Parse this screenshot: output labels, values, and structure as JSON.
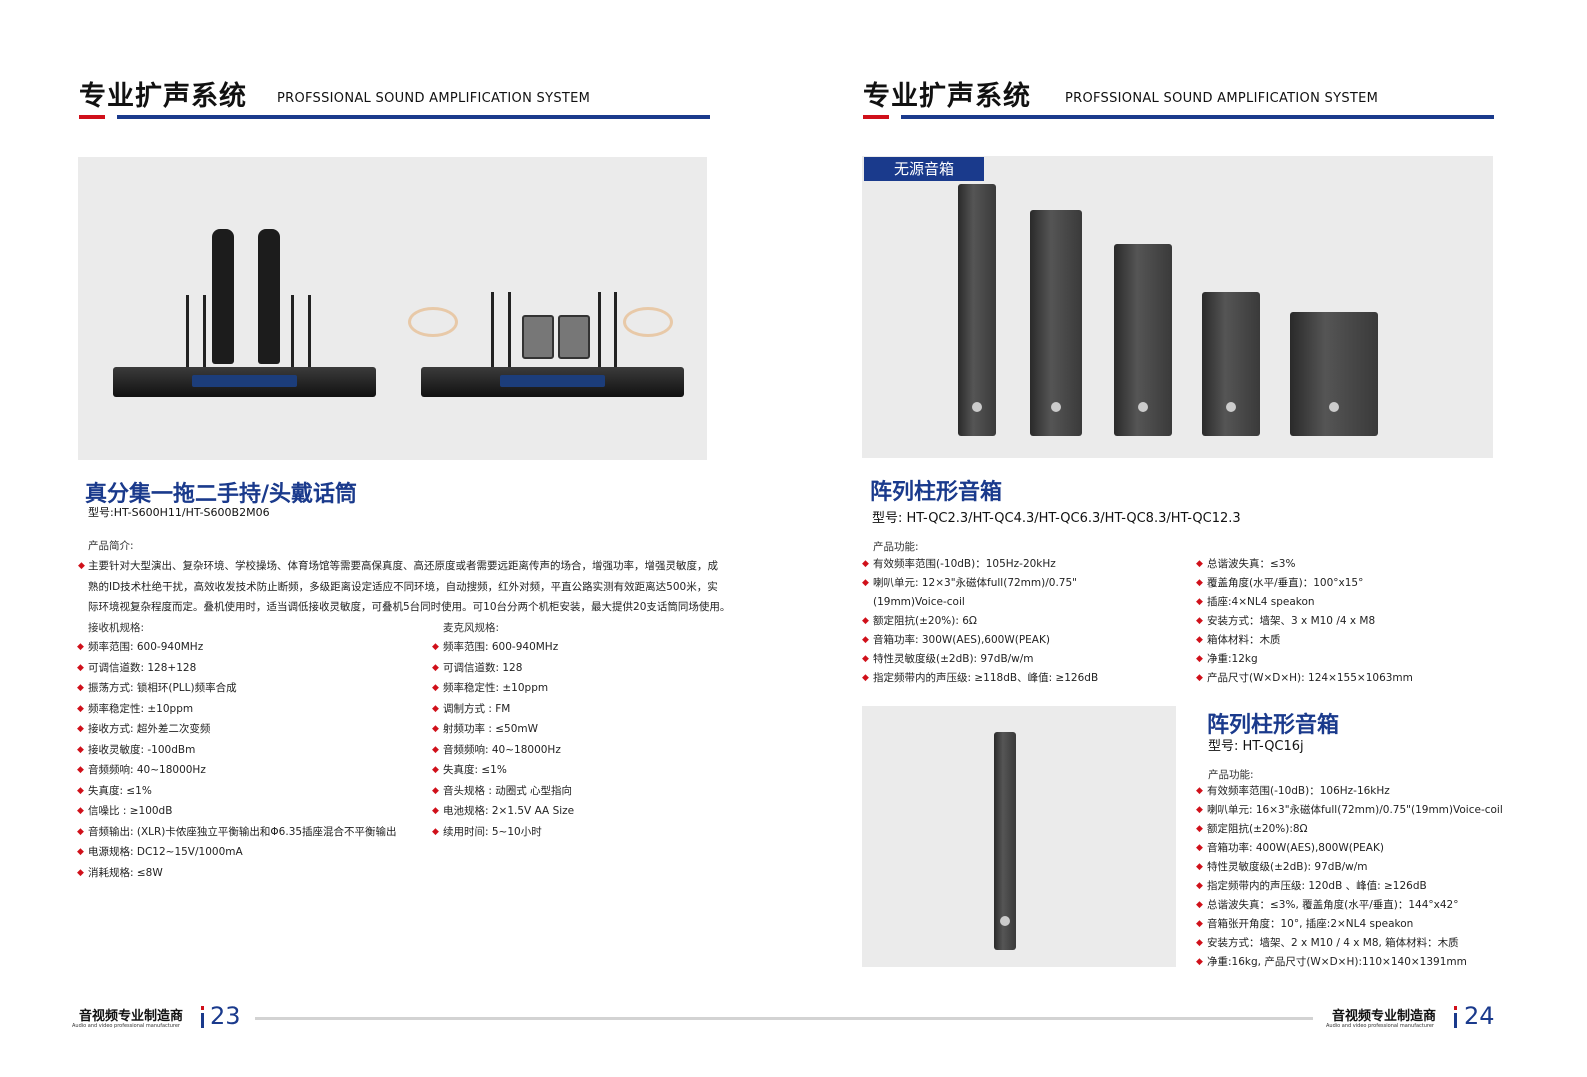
{
  "header": {
    "title": "专业扩声系统",
    "subtitle": "PROFSSIONAL SOUND AMPLIFICATION SYSTEM"
  },
  "left": {
    "product_title": "真分集一拖二手持/头戴话筒",
    "model": "型号:HT-S600H11/HT-S600B2M06",
    "intro_label": "产品简介:",
    "intro_lines": [
      "主要针对大型演出、复杂环境、学校操场、体育场馆等需要高保真度、高还原度或者需要远距离传声的场合，增强功率，增强灵敏度，成",
      "熟的ID技术杜绝干扰，高效收发技术防止断频，多级距离设定适应不同环境，自动搜频，红外对频，平直公路实测有效距离达500米，实",
      "际环境视复杂程度而定。叠机使用时，适当调低接收灵敏度，可叠机5台同时使用。可10台分两个机柜安装，最大提供20支话筒同场使用。"
    ],
    "receiver_label": "接收机规格:",
    "receiver_specs": [
      "频率范围: 600-940MHz",
      "可调信道数: 128+128",
      "振荡方式: 锁相环(PLL)频率合成",
      "频率稳定性: ±10ppm",
      "接收方式: 超外差二次变频",
      "接收灵敏度: -100dBm",
      "音频频响: 40~18000Hz",
      "失真度: ≤1%",
      "信噪比 : ≥100dB",
      "音频输出: (XLR)卡侬座独立平衡输出和Φ6.35插座混合不平衡输出",
      "电源规格: DC12~15V/1000mA",
      "消耗规格: ≤8W"
    ],
    "mic_label": "麦克风规格:",
    "mic_specs": [
      "频率范围: 600-940MHz",
      "可调信道数: 128",
      "频率稳定性: ±10ppm",
      "调制方式 : FM",
      "射频功率 : ≤50mW",
      "音频频响: 40~18000Hz",
      "失真度: ≤1%",
      "音头规格 : 动圈式 心型指向",
      "电池规格: 2×1.5V AA Size",
      "续用时间: 5~10小时"
    ]
  },
  "right": {
    "tag": "无源音箱",
    "product_title": "阵列柱形音箱",
    "model": "型号:  HT-QC2.3/HT-QC4.3/HT-QC6.3/HT-QC8.3/HT-QC12.3",
    "features_label": "产品功能:",
    "specs_col1": [
      "有效频率范围(-10dB)：105Hz-20kHz",
      "喇叭单元: 12×3\"永磁体full(72mm)/0.75\""
    ],
    "specs_col1_cont": "(19mm)Voice-coil",
    "specs_col1b": [
      "额定阻抗(±20%): 6Ω",
      "音箱功率: 300W(AES),600W(PEAK)",
      "特性灵敏度级(±2dB): 97dB/w/m",
      "指定频带内的声压级: ≥118dB、峰值: ≥126dB"
    ],
    "specs_col2": [
      "总谐波失真：≤3%",
      "覆盖角度(水平/垂直)：100°x15°",
      "插座:4×NL4 speakon",
      "安装方式：墙架、3 x M10 /4 x M8",
      "箱体材料：木质",
      "净重:12kg",
      "产品尺寸(W×D×H): 124×155×1063mm"
    ],
    "product2_title": "阵列柱形音箱",
    "model2": "型号:  HT-QC16j",
    "features2_label": "产品功能:",
    "specs2": [
      "有效频率范围(-10dB)：106Hz-16kHz",
      "喇叭单元: 16×3\"永磁体full(72mm)/0.75\"(19mm)Voice-coil",
      "额定阻抗(±20%):8Ω",
      "音箱功率: 400W(AES),800W(PEAK)",
      "特性灵敏度级(±2dB): 97dB/w/m",
      "指定频带内的声压级: 120dB 、峰值: ≥126dB",
      "总谐波失真：≤3%, 覆盖角度(水平/垂直)：144°x42°",
      "音箱张开角度：10°, 插座:2×NL4 speakon",
      "安装方式：墙架、2 x M10 / 4 x M8, 箱体材料：木质",
      "净重:16kg, 产品尺寸(W×D×H):110×140×1391mm"
    ]
  },
  "footer": {
    "company": "音视频专业制造商",
    "company_en": "Audio and video professional manufacturer",
    "page_left": "23",
    "page_right": "24"
  },
  "colors": {
    "brand_blue": "#1a3a8c",
    "accent_red": "#d0101a"
  }
}
